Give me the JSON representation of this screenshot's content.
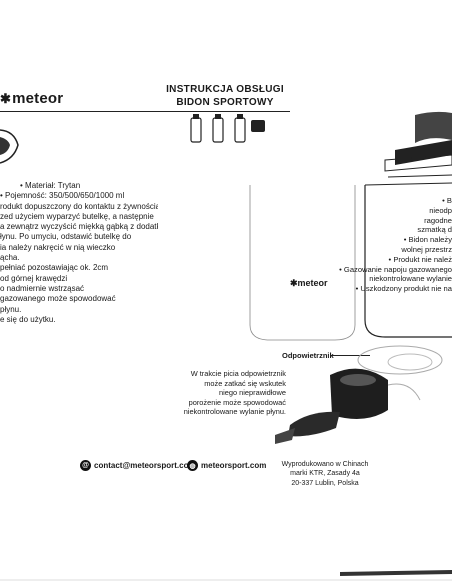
{
  "header": {
    "brand": "meteor",
    "title_line1": "INSTRUKCJA OBSŁUGI",
    "title_line2": "BIDON SPORTOWY"
  },
  "left_column": {
    "lines": [
      "• Materiał: Trytan",
      "• Pojemność: 350/500/650/1000 ml",
      "rodukt dopuszczony do kontaktu z żywnością",
      "zed użyciem wyparzyć butelkę, a następnie",
      "a zewnątrz wyczyścić miękką gąbką z dodatkiem",
      "łynu. Po umyciu, odstawić butelkę do",
      "ia należy nakręcić w nią wieczko",
      "ącha.",
      "pełniać pozostawiając ok. 2cm",
      "od górnej krawędzi",
      "o nadmiernie wstrząsać",
      "gazowanego może spowodować",
      "płynu.",
      "e się do użytku."
    ]
  },
  "right_column": {
    "lines": [
      "• B",
      "nieodp",
      "ragodne",
      "szmatką d",
      "• Bidon należy",
      "wolnej przestrz",
      "• Produkt nie należ",
      "• Gazowanie napoju gazowanego",
      "niekontrolowane wylanie",
      "• Uszkodzony produkt nie na"
    ]
  },
  "diagram": {
    "label": "Odpowietrznik",
    "warning_lines": [
      "W trakcie picia odpowietrznik",
      "może zatkać się wskutek",
      "niego nieprawidłowe",
      "porożenie może spowodować",
      "niekontrolowane wylanie płynu."
    ]
  },
  "footer": {
    "email": "contact@meteorsport.com",
    "website": "meteorsport.com",
    "producer_lines": [
      "Wyprodukowano w Chinach",
      "marki KTR, Zasady 4a",
      "20-337 Lublin, Polska"
    ]
  },
  "icons": {
    "email": "at-icon",
    "web": "globe-icon"
  }
}
